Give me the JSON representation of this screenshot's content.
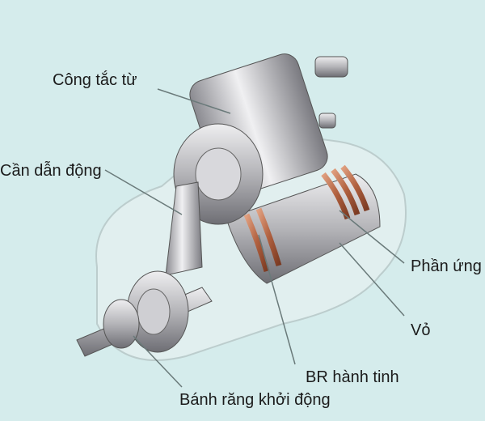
{
  "title": "Starter motor diagram",
  "labels": {
    "solenoid": "Công tắc từ",
    "drive_lever": "Cần dẫn động",
    "armature": "Phần ứng",
    "housing": "Vỏ",
    "planetary_gear": "BR hành tinh",
    "pinion_gear": "Bánh răng khởi động"
  },
  "colors": {
    "background": "#d5ecec",
    "metal": "#b9b9bd",
    "copper": "#c0704f"
  }
}
